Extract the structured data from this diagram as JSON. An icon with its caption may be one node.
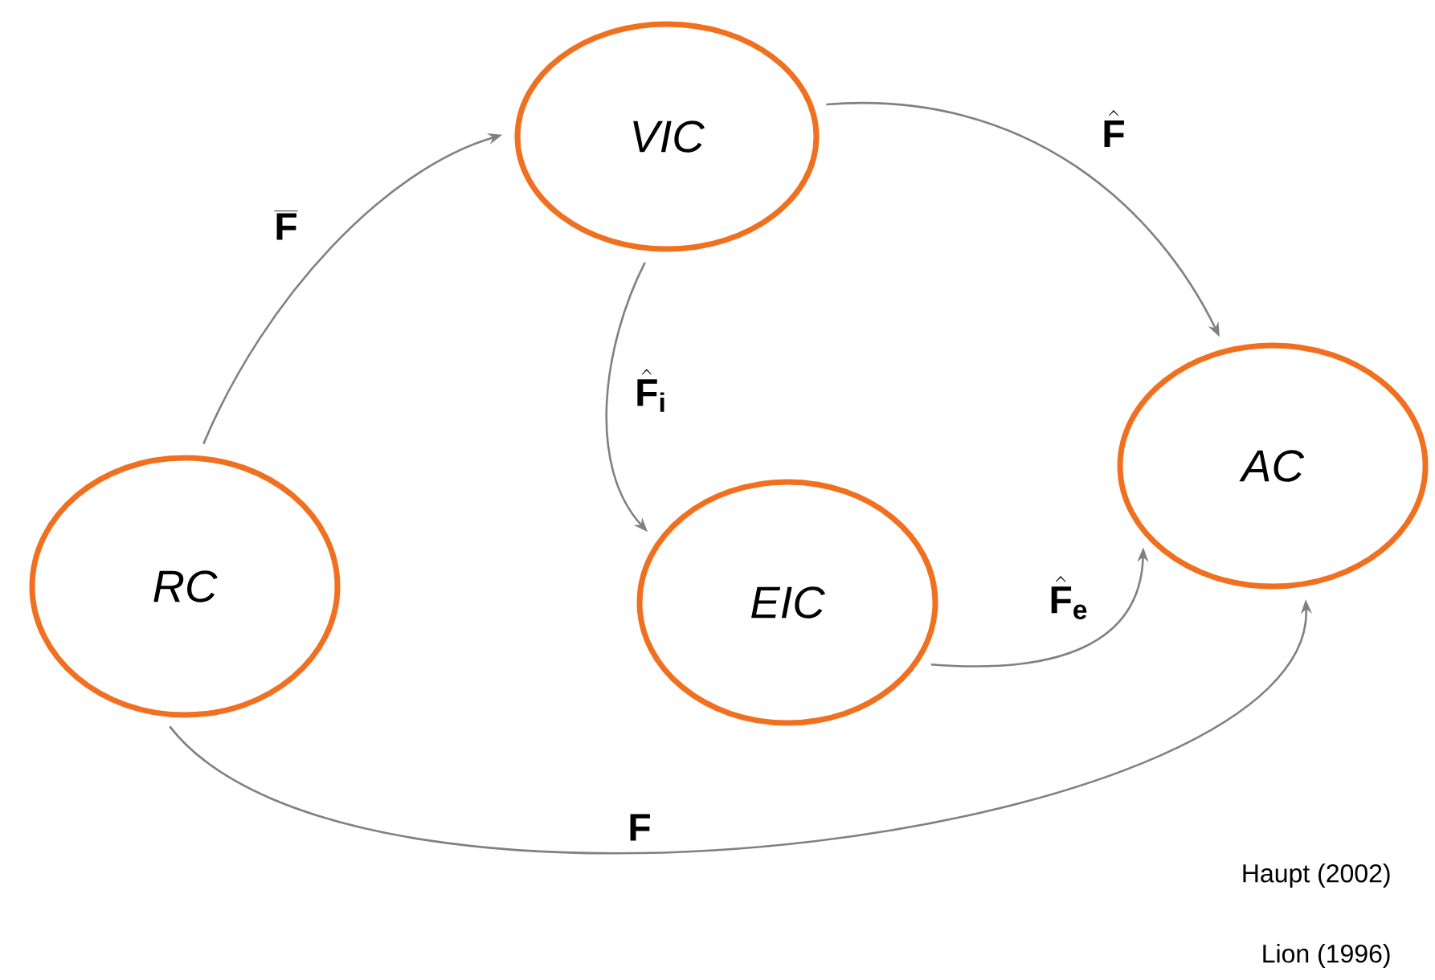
{
  "diagram": {
    "nodes": [
      {
        "text": [
          "VIC"
        ]
      },
      {
        "text": [
          "AC"
        ]
      },
      {
        "text": [
          "RC"
        ]
      },
      {
        "text": [
          "EIC"
        ]
      }
    ],
    "edges": [
      {
        "from": 2,
        "to": 0,
        "arrow": "to",
        "label": "\\overline{\\mathbf{F}}"
      },
      {
        "from": 0,
        "to": 1,
        "arrow": "to",
        "label": "\\hat{\\mathbf{F}}"
      },
      {
        "from": 0,
        "to": 3,
        "arrow": "to",
        "label": "\\hat{\\mathbf{F}}_{\\mathbf{i}}"
      },
      {
        "from": 3,
        "to": 1,
        "arrow": "to",
        "label": "\\hat{\\mathbf{F}}_{\\mathbf{e}}"
      },
      {
        "from": 2,
        "to": 1,
        "arrow": "to",
        "label": "\\mathbf{F}"
      }
    ],
    "labels": [
      "Haupt (2002)",
      "Lion (1996)"
    ]
  }
}
